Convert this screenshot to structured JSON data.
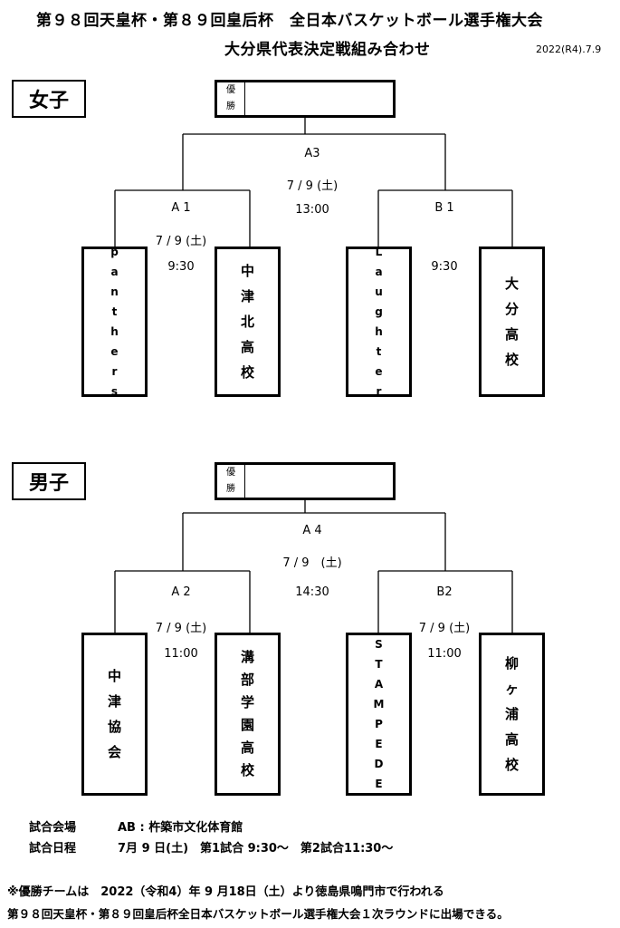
{
  "header": {
    "title_line1": "第９８回天皇杯・第８９回皇后杯　全日本バスケットボール選手権大会",
    "title_line2": "大分県代表決定戦組み合わせ",
    "date_stamp": "2022(R4).7.9"
  },
  "women": {
    "section_label": "女子",
    "winner_label_top": "優",
    "winner_label_bottom": "勝",
    "final": {
      "code": "A3",
      "date": "7 / 9 (土)",
      "time": "13:00"
    },
    "semi_a": {
      "code": "A 1",
      "date": "7 / 9 (土)",
      "time": "9:30"
    },
    "semi_b": {
      "code": "B 1",
      "time": "9:30"
    },
    "teams": [
      {
        "name": "panthers",
        "chars": [
          "p",
          "a",
          "n",
          "t",
          "h",
          "e",
          "r",
          "s"
        ]
      },
      {
        "name": "中津北高校",
        "chars": [
          "中",
          "津",
          "北",
          "高",
          "校"
        ]
      },
      {
        "name": "Laughter",
        "chars": [
          "L",
          "a",
          "u",
          "g",
          "h",
          "t",
          "e",
          "r"
        ]
      },
      {
        "name": "大分高校",
        "chars": [
          "大",
          "分",
          "高",
          "校"
        ]
      }
    ]
  },
  "men": {
    "section_label": "男子",
    "winner_label_top": "優",
    "winner_label_bottom": "勝",
    "final": {
      "code": "A 4",
      "date": "7 / 9　(土)",
      "time": "14:30"
    },
    "semi_a": {
      "code": "A 2",
      "date": "7 / 9 (土)",
      "time": "11:00"
    },
    "semi_b": {
      "code": "B2",
      "date": "7 / 9 (土)",
      "time": "11:00"
    },
    "teams": [
      {
        "name": "中津協会",
        "chars": [
          "中",
          "津",
          "協",
          "会"
        ]
      },
      {
        "name": "溝部学園高校",
        "chars": [
          "溝",
          "部",
          "学",
          "園",
          "高",
          "校"
        ]
      },
      {
        "name": "STAMPEDE",
        "chars": [
          "S",
          "T",
          "A",
          "M",
          "P",
          "E",
          "D",
          "E"
        ]
      },
      {
        "name": "柳ヶ浦高校",
        "chars": [
          "柳",
          "ヶ",
          "浦",
          "高",
          "校"
        ]
      }
    ]
  },
  "footer": {
    "venue_label": "試合会場",
    "venue_value": "AB : 杵築市文化体育館",
    "schedule_label": "試合日程",
    "schedule_value": "7月 9 日(土)　第1試合  9:30～　第2試合11:30～",
    "note_line1": "※優勝チームは　2022（令和4）年 9 月18日（土）より徳島県鳴門市で行われる",
    "note_line2": "第９８回天皇杯・第８９回皇后杯全日本バスケットボール選手権大会１次ラウンドに出場できる。"
  }
}
